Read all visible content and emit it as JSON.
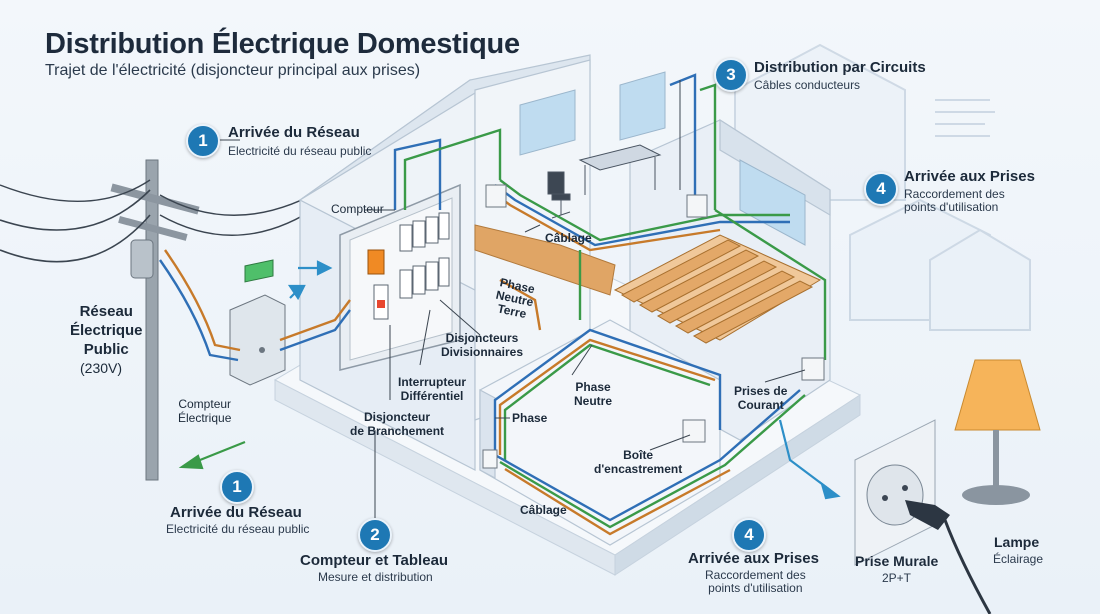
{
  "title": "Distribution Électrique Domestique",
  "subtitle": "Trajet de l'électricité (disjoncteur principal aux prises)",
  "steps": {
    "s1_top": {
      "num": "1",
      "heading": "Arrivée du Réseau",
      "desc": "Electricité du réseau public"
    },
    "s1_bottom": {
      "num": "1",
      "heading": "Arrivée du Réseau",
      "desc": "Electricité du réseau public"
    },
    "s2": {
      "num": "2",
      "heading": "Compteur et Tableau",
      "desc": "Mesure et distribution"
    },
    "s3": {
      "num": "3",
      "heading": "Distribution par Circuits",
      "desc": "Câbles conducteurs"
    },
    "s4_right": {
      "num": "4",
      "heading": "Arrivée aux Prises",
      "desc": "Raccordement des\npoints d'utilisation"
    },
    "s4_bottom": {
      "num": "4",
      "heading": "Arrivée aux Prises",
      "desc": "Raccordement des\npoints d'utilisation"
    }
  },
  "labels": {
    "reseau": "Réseau\nÉlectrique\nPublic",
    "voltage": "(230V)",
    "compteur_elec": "Compteur\nÉlectrique",
    "compteur": "Compteur",
    "cablage_top": "Câblage",
    "phase_vertical": "Phase\nNeutre\nTerre",
    "disjoncteurs_div": "Disjoncteurs\nDivisionnaires",
    "interrupteur": "Interrupteur\nDifférentiel",
    "disjoncteur_branch": "Disjoncteur\nde Branchement",
    "phase": "Phase",
    "phase_neutre": "Phase\nNeutre",
    "boite": "Boîte\nd'encastrement",
    "cablage_bottom": "Câblage",
    "prises_courant": "Prises de\nCourant",
    "prise_murale": "Prise Murale",
    "prise_spec": "2P+T",
    "lampe": "Lampe",
    "lampe_desc": "Éclairage"
  },
  "colors": {
    "phase": "#c77a2a",
    "neutre": "#2f6fb6",
    "terre": "#3a9a48",
    "accent": "#1e78b4"
  }
}
